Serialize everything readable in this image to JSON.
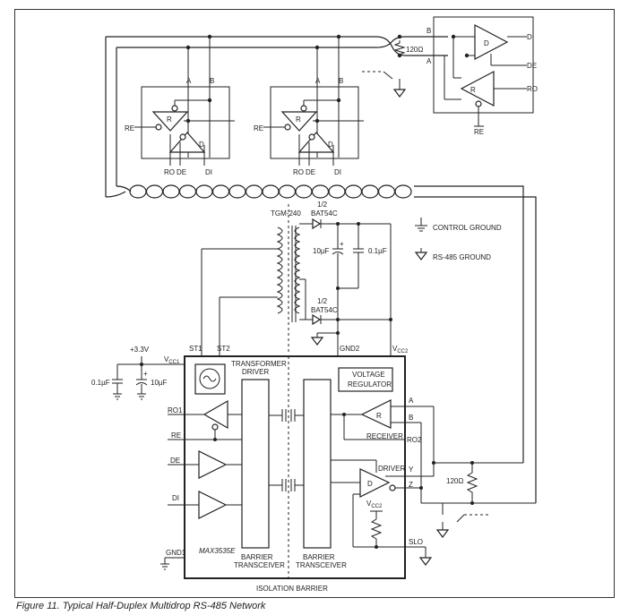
{
  "caption": "Figure 11. Typical Half-Duplex Multidrop RS-485 Network",
  "labels": {
    "res_top": "120Ω",
    "res_bottom": "120Ω",
    "pin_a": "A",
    "pin_b": "B",
    "pin_y": "Y",
    "pin_z": "Z",
    "di": "DI",
    "de": "DE",
    "ro": "RO",
    "re": "RE",
    "r": "R",
    "d": "D",
    "transformer": "TGM-240",
    "diode_half": "1/2",
    "diode_part": "BAT54C",
    "cap_10uf": "10µF",
    "cap_01uf": "0.1µF",
    "plus": "+",
    "control_ground": "CONTROL GROUND",
    "rs485_ground": "RS-485 GROUND",
    "v33": "+3.3V",
    "vcc1": "VCC1",
    "vcc2": "VCC2",
    "st1": "ST1",
    "st2": "ST2",
    "gnd2": "GND2",
    "gnd1": "GND1",
    "transformer_driver_1": "TRANSFORMER",
    "transformer_driver_2": "DRIVER",
    "voltage_regulator_1": "VOLTAGE",
    "voltage_regulator_2": "REGULATOR",
    "ro1": "RO1",
    "ro2": "RO2",
    "receiver": "RECEIVER",
    "driver": "DRIVER",
    "slo": "SLO",
    "part": "MAX3535E",
    "barrier": "BARRIER",
    "transceiver": "TRANSCEIVER",
    "isolation_barrier": "ISOLATION BARRIER"
  },
  "colors": {
    "line": "#222222",
    "background": "#ffffff"
  }
}
